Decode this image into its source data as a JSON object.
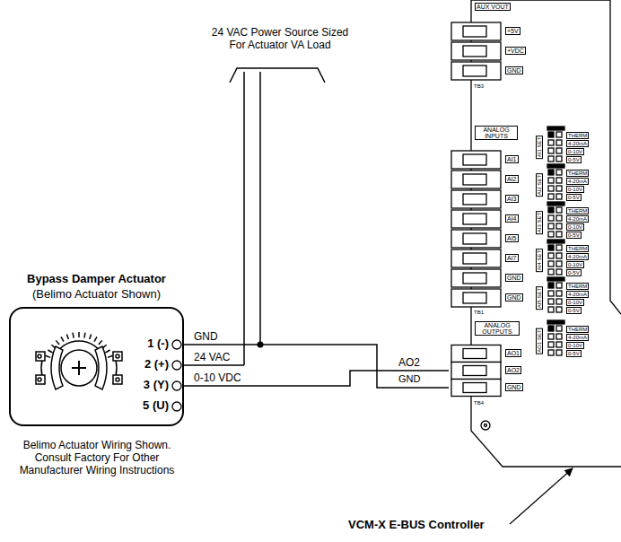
{
  "diagram": {
    "nodes": [
      {
        "text": [
          "Bypass Damper Actuator",
          "(Belimo Actuator Shown)"
        ]
      },
      {
        "text": [
          "VCM-X E-BUS Controller"
        ]
      }
    ],
    "edges": [
      {
        "from": 0,
        "to": 1,
        "arrow": "none",
        "label": "GND"
      },
      {
        "from": 0,
        "to": 1,
        "arrow": "none",
        "label": "0-10 VDC"
      }
    ],
    "labels": [
      "24 VAC Power Source Sized For Actuator VA Load",
      "1 (-)",
      "2 (+)",
      "3 (Y)",
      "5 (U)",
      "24 VAC",
      "AO2",
      "GND",
      "Belimo Actuator Wiring Shown. Consult Factory For Other Manufacturer Wiring Instructions",
      "AUX VOUT",
      "+5V",
      "+VDC",
      "GND",
      "TB3",
      "ANALOG INPUTS",
      "AI1",
      "AI2",
      "AI3",
      "AI4",
      "AI5",
      "AI7",
      "GND",
      "GND",
      "TB1",
      "ANALOG OUTPUTS",
      "AO1",
      "AO2",
      "GND",
      "TB4",
      "AI1 SET",
      "THERM",
      "4-20mA",
      "0-10V",
      "0-5V",
      "AI2 SET",
      "THERM",
      "4-20mA",
      "0-10V",
      "0-5V",
      "AI3 SET",
      "THERM",
      "4-20mA",
      "0-10V",
      "0-5V",
      "AI4 SET",
      "THERM",
      "4-20mA",
      "0-10V",
      "0-5V",
      "AI5 SET",
      "THERM",
      "4-20mA",
      "0-10V",
      "0-5V",
      "AO1 SET",
      "THERM",
      "4-20mA",
      "0-10V",
      "0-5V"
    ]
  }
}
